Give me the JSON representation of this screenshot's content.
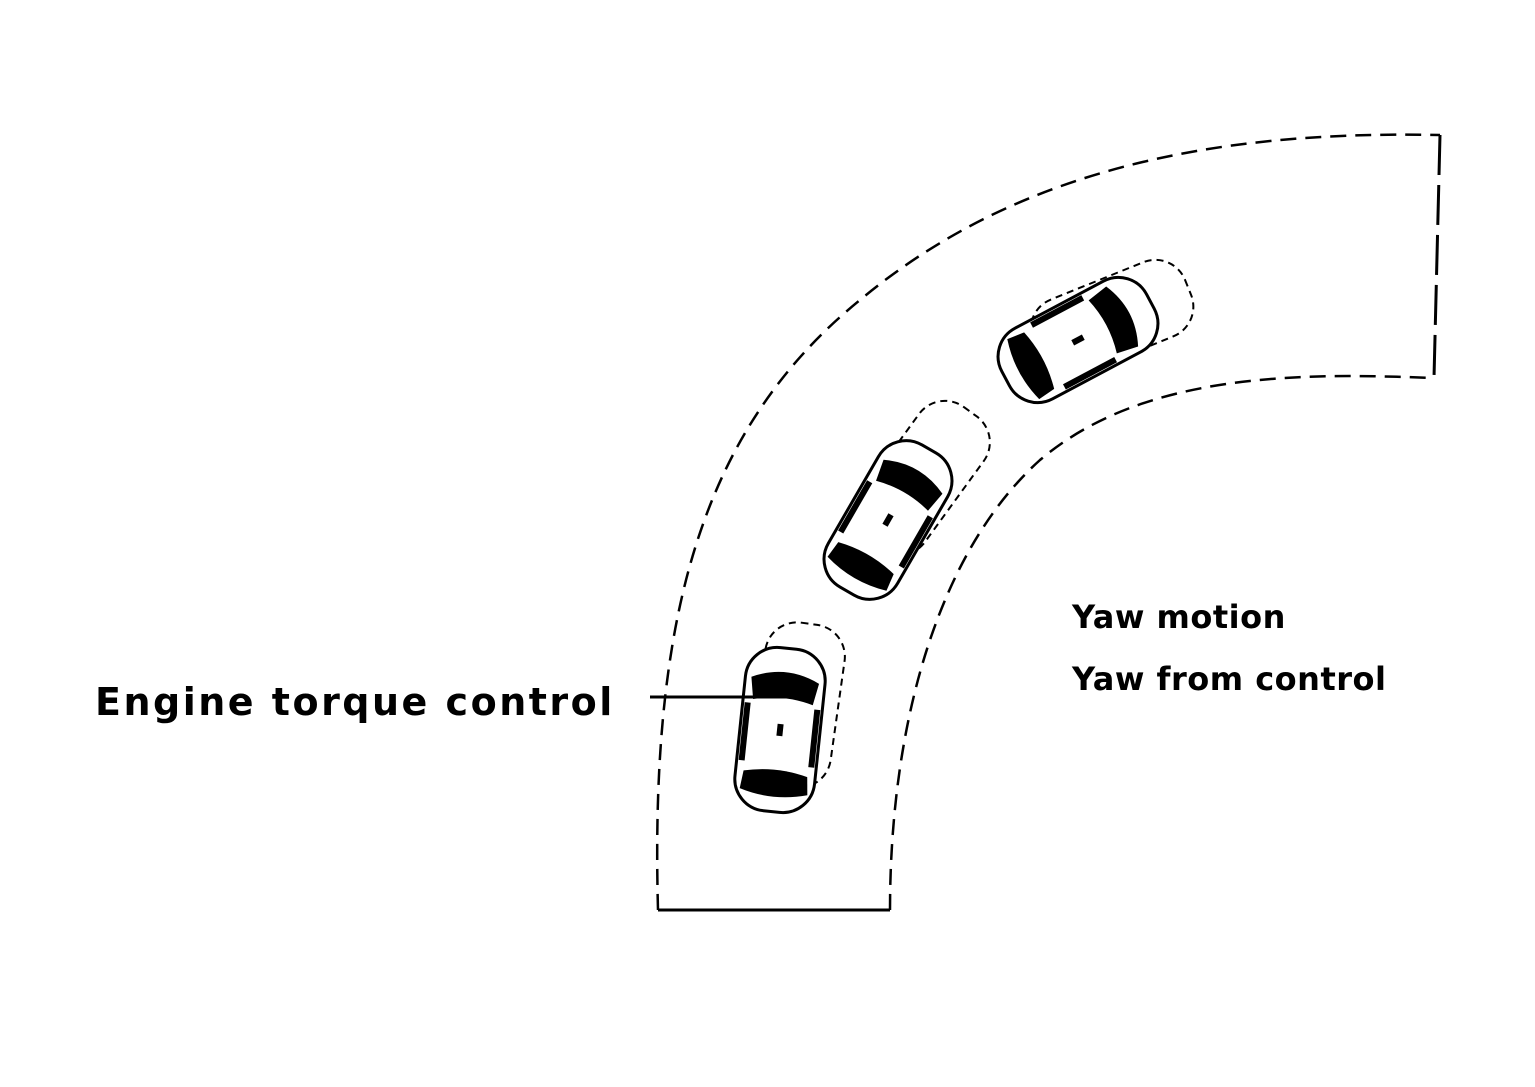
{
  "labels": {
    "engine_torque_control": "Engine torque control",
    "yaw_motion": "Yaw motion",
    "yaw_from_control": "Yaw from control"
  },
  "colors": {
    "ink": "#000000",
    "background": "#ffffff"
  },
  "road": {
    "style": "dashed curved road, bending right"
  },
  "vehicles": [
    {
      "id": "vehicle-1",
      "heading_deg": 0,
      "ghost_offset_deg": 10
    },
    {
      "id": "vehicle-2",
      "heading_deg": 30,
      "ghost_offset_deg": 10
    },
    {
      "id": "vehicle-3",
      "heading_deg": 62,
      "ghost_offset_deg": 10
    }
  ]
}
